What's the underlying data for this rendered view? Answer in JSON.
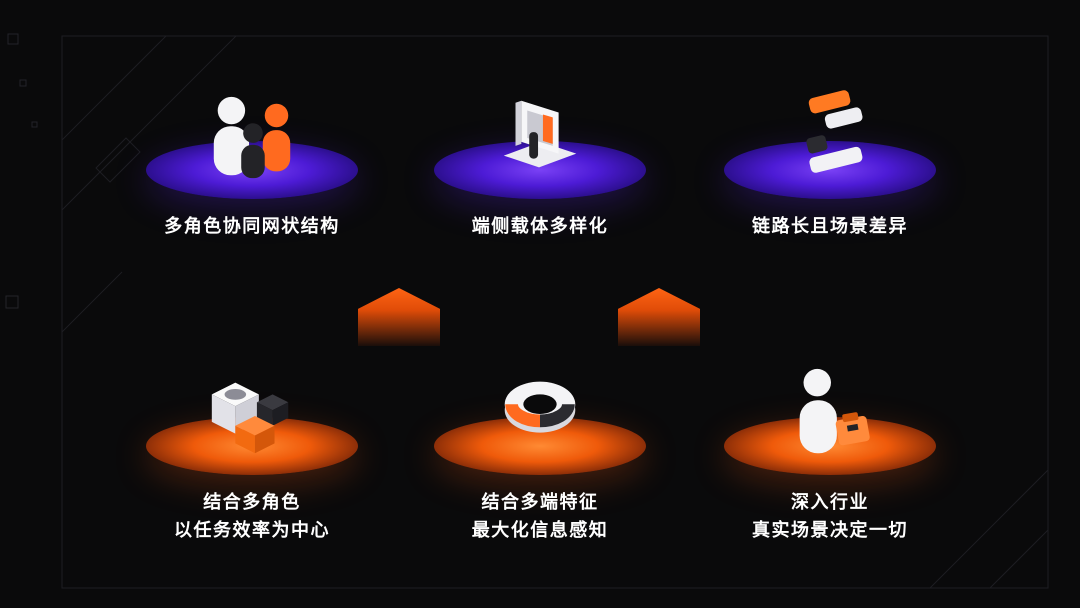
{
  "colors": {
    "background": "#0a0a0b",
    "purple_platform": "#4d1bd6",
    "orange_platform": "#ef5a0a",
    "arrow_orange": "#ff6414",
    "text": "#ffffff"
  },
  "top_row": [
    {
      "icon": "people-group-icon",
      "label": "多角色协同网状结构"
    },
    {
      "icon": "device-screen-icon",
      "label": "端侧载体多样化"
    },
    {
      "icon": "stacked-blocks-icon",
      "label": "链路长且场景差异"
    }
  ],
  "bottom_row": [
    {
      "icon": "cubes-icon",
      "line1": "结合多角色",
      "line2": "以任务效率为中心"
    },
    {
      "icon": "ring-icon",
      "line1": "结合多端特征",
      "line2": "最大化信息感知"
    },
    {
      "icon": "person-box-icon",
      "line1": "深入行业",
      "line2": "真实场景决定一切"
    }
  ]
}
